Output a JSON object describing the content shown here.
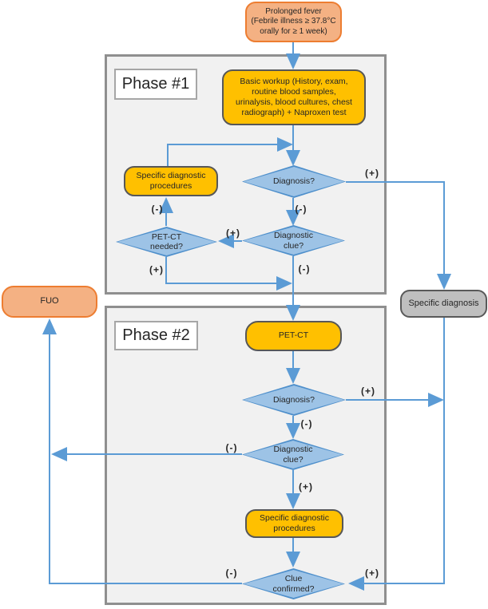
{
  "figure": {
    "type": "flowchart",
    "description": "Diagnostic workup flowchart for prolonged fever leading to specific diagnosis or FUO",
    "start_node": "Prolonged fever\n(Febrile illness ≥ 37.8°C\norally for ≥ 1 week)",
    "phase1": {
      "title": "Phase #1",
      "nodes": {
        "basic_workup": "Basic workup (History, exam,\nroutine blood samples,\nurinalysis, blood cultures, chest\nradiograph) + Naproxen test",
        "diagnosis": "Diagnosis?",
        "specific_procedures": "Specific diagnostic\nprocedures",
        "diagnostic_clue": "Diagnostic\nclue?",
        "petct_needed": "PET-CT\nneeded?"
      }
    },
    "phase2": {
      "title": "Phase #2",
      "nodes": {
        "petct": "PET-CT",
        "diagnosis": "Diagnosis?",
        "diagnostic_clue": "Diagnostic\nclue?",
        "specific_procedures": "Specific diagnostic\nprocedures",
        "clue_confirmed": "Clue\nconfirmed?"
      }
    },
    "fuo": "FUO",
    "specific_diagnosis": "Specific diagnosis",
    "edge_labels": {
      "p1_diagnosis_positive": "(+)",
      "p1_diagnosis_negative": "(-)",
      "p1_procedures_negative": "(-)",
      "p1_clue_positive": "(+)",
      "p1_petct_needed_positive": "(+)",
      "p1_clue_negative": "(-)",
      "p2_diagnosis_positive": "(+)",
      "p2_diagnosis_negative": "(-)",
      "p2_clue_negative": "(-)",
      "p2_clue_positive": "(+)",
      "p2_confirmed_negative": "(-)",
      "p2_confirmed_positive": "(+)"
    },
    "colors": {
      "terminal_fill": "#F4B183",
      "terminal_border": "#ED7D31",
      "process_fill": "#FFC000",
      "process_border": "#595959",
      "decision_fill": "#9DC3E6",
      "decision_border": "#5B9BD5",
      "result_fill": "#BFBFBF",
      "result_border": "#595959",
      "phase_fill": "#F1F1F1",
      "phase_border": "#8F8F8F",
      "arrow": "#5B9BD5"
    }
  }
}
